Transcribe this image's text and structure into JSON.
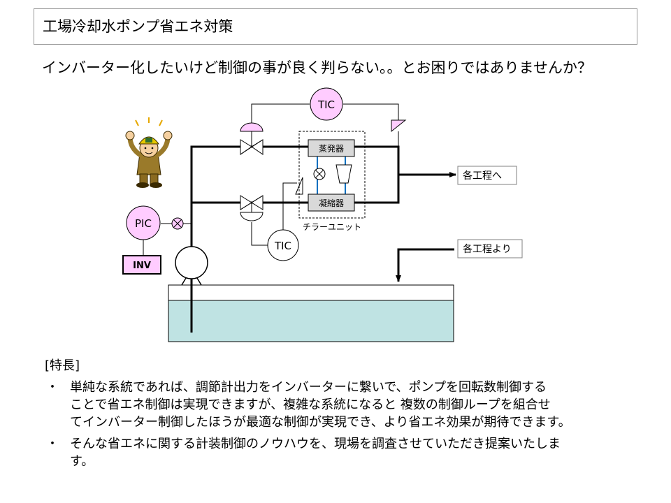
{
  "title": "工場冷却水ポンプ省エネ対策",
  "subtitle": "インバーター化したいけど制御の事が良く判らない。。とお困りではありませんか？",
  "diagram": {
    "tic_top": "TIC",
    "tic_bottom": "TIC",
    "pic": "PIC",
    "inv": "INV",
    "evaporator": "蒸発器",
    "condenser": "凝縮器",
    "chiller_unit": "チラーユニット",
    "to_processes": "各工程へ",
    "from_processes": "各工程より",
    "colors": {
      "controller_fill": "#ffccff",
      "water": "#bfe3e3",
      "signal_line": "#0070c0"
    }
  },
  "features": {
    "heading": "[特長]",
    "items": [
      {
        "bullet": "・",
        "lines": [
          "単純な系統であれば、調節計出力をインバーターに繋いで、ポンプを回転数制御する",
          "ことで省エネ制御は実現できますが、複雑な系統になると 複数の制御ループを組合せ",
          "てインバーター制御したほうが最適な制御が実現でき、より省エネ効果が期待できます。"
        ]
      },
      {
        "bullet": "・",
        "lines": [
          "そんな省エネに関する計装制御のノウハウを、現場を調査させていただき提案いたしま",
          "す。"
        ]
      }
    ]
  }
}
